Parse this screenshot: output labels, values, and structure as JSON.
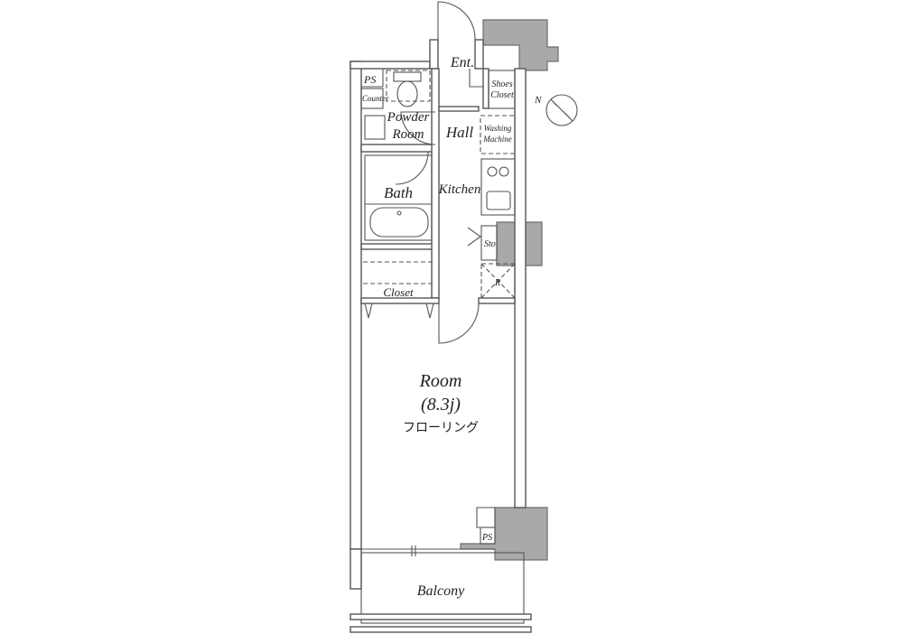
{
  "plan": {
    "labels": {
      "ps_top": "PS",
      "counter": "Counter",
      "powder_room_1": "Powder",
      "powder_room_2": "Room",
      "entrance": "Ent.",
      "shoes_closet_1": "Shoes",
      "shoes_closet_2": "Closet",
      "hall": "Hall",
      "washing_machine_1": "Washing",
      "washing_machine_2": "Machine",
      "bath": "Bath",
      "kitchen": "Kitchen",
      "storage": "Sto",
      "refrigerator": "R",
      "closet": "Closet",
      "room": "Room",
      "room_size": "(8.3j)",
      "flooring": "フローリング",
      "ps_bottom": "PS",
      "balcony": "Balcony",
      "north": "N"
    },
    "colors": {
      "wall_stroke": "#555555",
      "column_fill": "#a9a9a9",
      "text": "#222222"
    }
  }
}
